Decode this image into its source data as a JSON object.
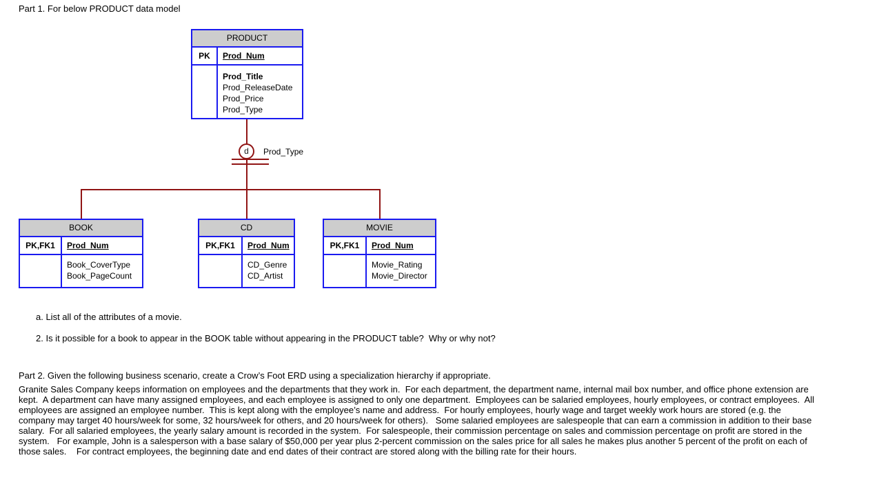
{
  "part1": {
    "title": "Part 1. For below PRODUCT data model",
    "questions": {
      "a": "a. List all of the attributes of a movie.",
      "q2": "2. Is it possible for a book to appear in the BOOK table without appearing in the PRODUCT table?  Why or why not?"
    }
  },
  "diagram": {
    "colors": {
      "table_border": "#1a1af0",
      "header_fill": "#cdcdcd",
      "connector": "#901414"
    },
    "supertype": {
      "name": "PRODUCT",
      "pk_label": "PK",
      "pk_attribute": "Prod_Num",
      "attributes": [
        "Prod_Title",
        "Prod_ReleaseDate",
        "Prod_Price",
        "Prod_Type"
      ]
    },
    "specialization": {
      "symbol": "d",
      "label": "Prod_Type"
    },
    "subtypes": [
      {
        "name": "BOOK",
        "pk_label": "PK,FK1",
        "pk_attribute": "Prod_Num",
        "attributes": [
          "Book_CoverType",
          "Book_PageCount"
        ]
      },
      {
        "name": "CD",
        "pk_label": "PK,FK1",
        "pk_attribute": "Prod_Num",
        "attributes": [
          "CD_Genre",
          "CD_Artist"
        ]
      },
      {
        "name": "MOVIE",
        "pk_label": "PK,FK1",
        "pk_attribute": "Prod_Num",
        "attributes": [
          "Movie_Rating",
          "Movie_Director"
        ]
      }
    ]
  },
  "part2": {
    "title": "Part 2. Given the following business scenario, create a Crow’s Foot ERD using a specialization hierarchy if appropriate.",
    "lines": [
      "Granite Sales Company keeps information on employees and the departments that they work in.  For each department, the department name, internal mail box number, and office phone extension are",
      "kept.  A department can have many assigned employees, and each employee is assigned to only one department.  Employees can be salaried employees, hourly employees, or contract employees.  All",
      "employees are assigned an employee number.  This is kept along with the employee’s name and address.  For hourly employees, hourly wage and target weekly work hours are stored (e.g. the",
      "company may target 40 hours/week for some, 32 hours/week for others, and 20 hours/week for others).   Some salaried employees are salespeople that can earn a commission in addition to their base",
      "salary.  For all salaried employees, the yearly salary amount is recorded in the system.  For salespeople, their commission percentage on sales and commission percentage on profit are stored in the",
      "system.   For example, John is a salesperson with a base salary of $50,000 per year plus 2-percent commission on the sales price for all sales he makes plus another 5 percent of the profit on each of",
      "those sales.    For contract employees, the beginning date and end dates of their contract are stored along with the billing rate for their hours."
    ]
  }
}
